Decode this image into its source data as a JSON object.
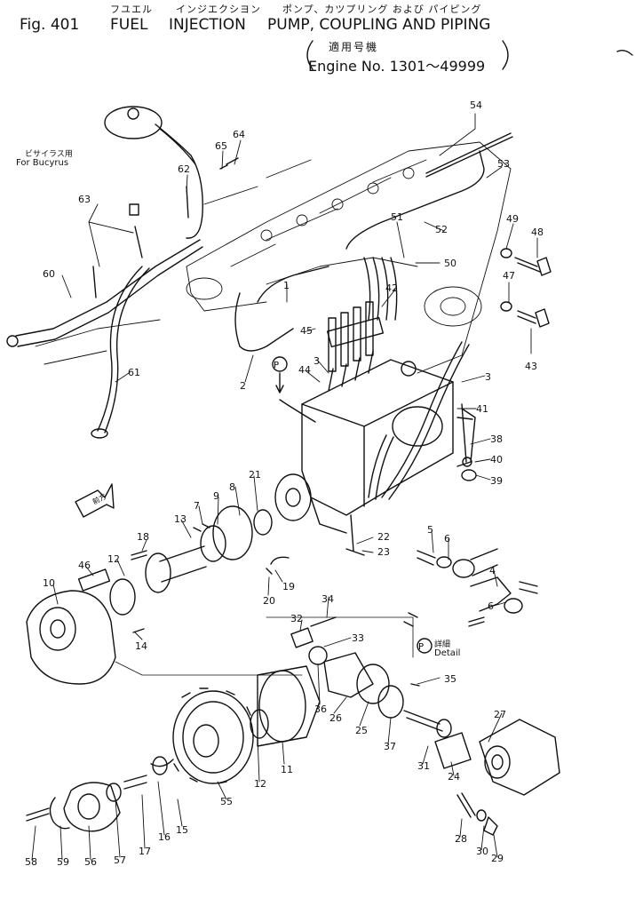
{
  "header": {
    "fig_label": "Fig. 401",
    "title_jp_1": "フユエル",
    "title_jp_2": "インジエクシヨン",
    "title_jp_3": "ポンプ、カツプリング および パイピング",
    "title_en_1": "FUEL",
    "title_en_2": "INJECTION",
    "title_en_3": "PUMP, COUPLING AND PIPING",
    "applicable_jp": "適用号機",
    "engine_range": "Engine No. 1301～49999"
  },
  "side_labels": {
    "bucyrus_jp": "ビサイラス用",
    "bucyrus_en": "For Bucyrus",
    "detail_jp": "詳細",
    "detail_en": "Detail",
    "detail_marker": "P",
    "front_arrow_jp": "前方"
  },
  "callouts": [
    {
      "id": "c54",
      "text": "54"
    },
    {
      "id": "c53",
      "text": "53"
    },
    {
      "id": "c49",
      "text": "49"
    },
    {
      "id": "c48",
      "text": "48"
    },
    {
      "id": "c52",
      "text": "52"
    },
    {
      "id": "c51",
      "text": "51"
    },
    {
      "id": "c50",
      "text": "50"
    },
    {
      "id": "c47",
      "text": "47"
    },
    {
      "id": "c42",
      "text": "42"
    },
    {
      "id": "c43",
      "text": "43"
    },
    {
      "id": "c64",
      "text": "64"
    },
    {
      "id": "c65",
      "text": "65"
    },
    {
      "id": "c62",
      "text": "62"
    },
    {
      "id": "c63",
      "text": "63"
    },
    {
      "id": "c60",
      "text": "60"
    },
    {
      "id": "c61",
      "text": "61"
    },
    {
      "id": "c1",
      "text": "1"
    },
    {
      "id": "c45",
      "text": "45"
    },
    {
      "id": "c44",
      "text": "44"
    },
    {
      "id": "c3a",
      "text": "3"
    },
    {
      "id": "c3b",
      "text": "3"
    },
    {
      "id": "c2",
      "text": "2"
    },
    {
      "id": "c41",
      "text": "41"
    },
    {
      "id": "c38",
      "text": "38"
    },
    {
      "id": "c40",
      "text": "40"
    },
    {
      "id": "c39",
      "text": "39"
    },
    {
      "id": "c21",
      "text": "21"
    },
    {
      "id": "c8",
      "text": "8"
    },
    {
      "id": "c9",
      "text": "9"
    },
    {
      "id": "c7",
      "text": "7"
    },
    {
      "id": "c13",
      "text": "13"
    },
    {
      "id": "c18",
      "text": "18"
    },
    {
      "id": "c12a",
      "text": "12"
    },
    {
      "id": "c46",
      "text": "46"
    },
    {
      "id": "c10",
      "text": "10"
    },
    {
      "id": "c14",
      "text": "14"
    },
    {
      "id": "c19",
      "text": "19"
    },
    {
      "id": "c20",
      "text": "20"
    },
    {
      "id": "c22",
      "text": "22"
    },
    {
      "id": "c23",
      "text": "23"
    },
    {
      "id": "c5",
      "text": "5"
    },
    {
      "id": "c6a",
      "text": "6"
    },
    {
      "id": "c4",
      "text": "4"
    },
    {
      "id": "c6b",
      "text": "6"
    },
    {
      "id": "c34",
      "text": "34"
    },
    {
      "id": "c32",
      "text": "32"
    },
    {
      "id": "c33",
      "text": "33"
    },
    {
      "id": "c35",
      "text": "35"
    },
    {
      "id": "c36",
      "text": "36"
    },
    {
      "id": "c26",
      "text": "26"
    },
    {
      "id": "c25",
      "text": "25"
    },
    {
      "id": "c37",
      "text": "37"
    },
    {
      "id": "c27",
      "text": "27"
    },
    {
      "id": "c11",
      "text": "11"
    },
    {
      "id": "c12b",
      "text": "12"
    },
    {
      "id": "c31",
      "text": "31"
    },
    {
      "id": "c24",
      "text": "24"
    },
    {
      "id": "c55",
      "text": "55"
    },
    {
      "id": "c15",
      "text": "15"
    },
    {
      "id": "c16",
      "text": "16"
    },
    {
      "id": "c17",
      "text": "17"
    },
    {
      "id": "c57",
      "text": "57"
    },
    {
      "id": "c56",
      "text": "56"
    },
    {
      "id": "c59",
      "text": "59"
    },
    {
      "id": "c58",
      "text": "58"
    },
    {
      "id": "c28",
      "text": "28"
    },
    {
      "id": "c30",
      "text": "30"
    },
    {
      "id": "c29",
      "text": "29"
    }
  ]
}
